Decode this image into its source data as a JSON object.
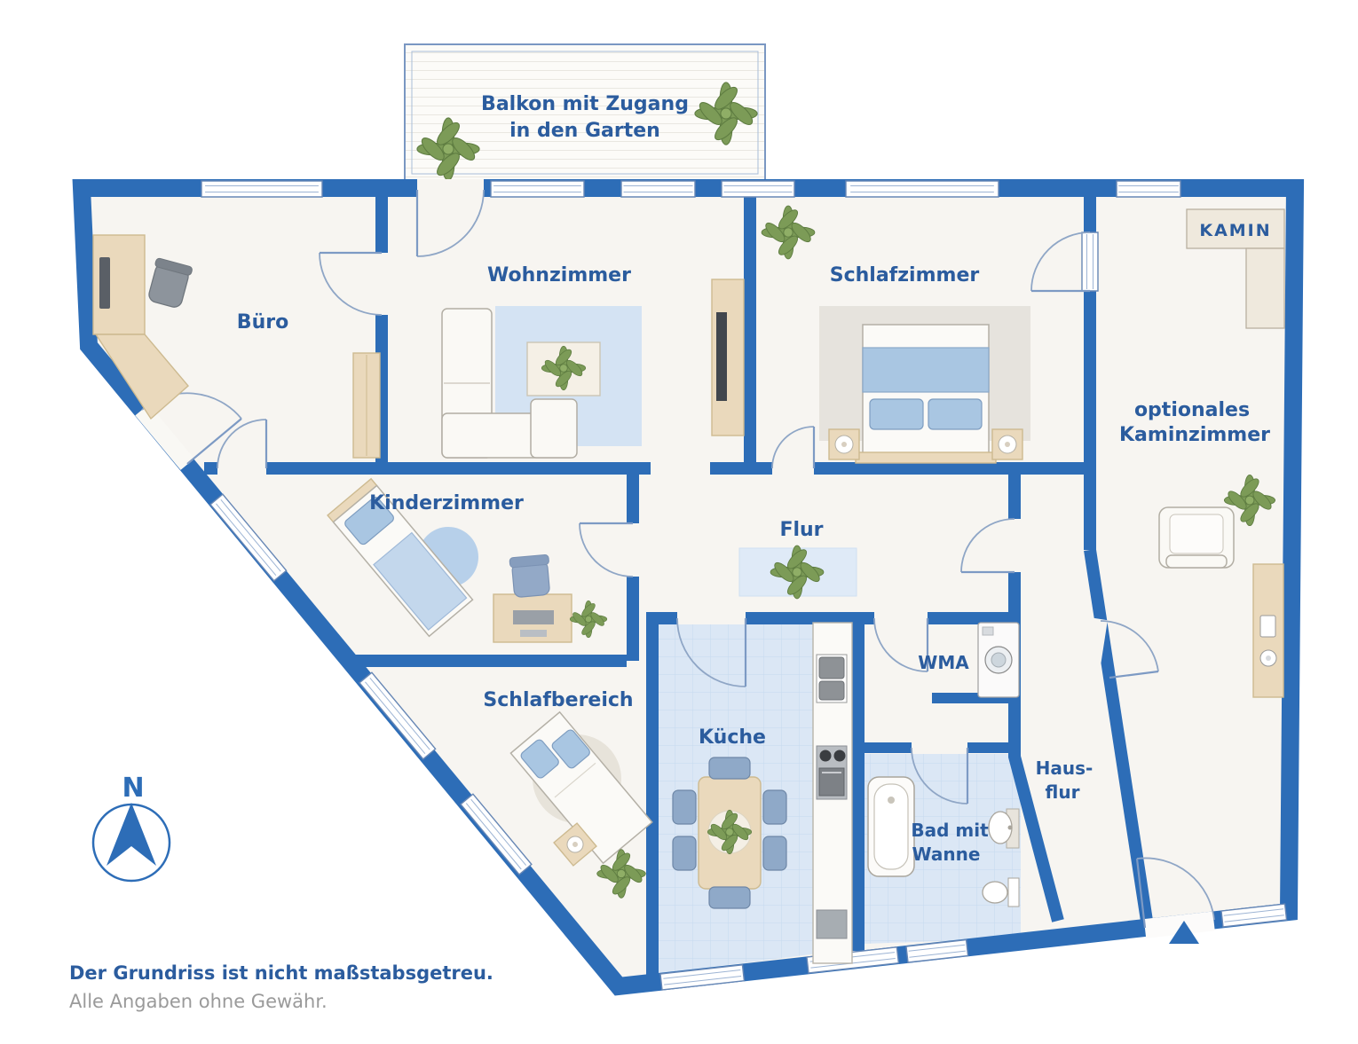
{
  "labels": {
    "balcony_1": "Balkon mit Zugang",
    "balcony_2": "in den Garten",
    "buero": "Büro",
    "wohnzimmer": "Wohnzimmer",
    "schlafzimmer": "Schlafzimmer",
    "kamin": "KAMIN",
    "kaminzimmer_1": "optionales",
    "kaminzimmer_2": "Kaminzimmer",
    "kinderzimmer": "Kinderzimmer",
    "flur": "Flur",
    "wma": "WMA",
    "schlafbereich": "Schlafbereich",
    "kueche": "Küche",
    "bad_1": "Bad mit",
    "bad_2": "Wanne",
    "hausflur_1": "Haus-",
    "hausflur_2": "flur",
    "compass_north": "N",
    "footer_1": "Der Grundriss ist nicht maßstabsgetreu.",
    "footer_2": "Alle Angaben ohne Gewähr."
  },
  "colors": {
    "wall_blue": "#2d6db7",
    "label_blue": "#2b5c9e",
    "footer_gray": "#9a9a9a",
    "floor": "#f7f5f1",
    "tile_blue": "#dbe7f5",
    "rug_blue": "#d4e3f3",
    "wood_tan": "#ead9bc",
    "textile_blue": "#a9c6e2",
    "plant_green": "#7c9b57"
  },
  "icons": {
    "compass": "north-arrow in circle",
    "entrance_marker": "solid triangle pointing up",
    "plant": "green leaf rosette",
    "window": "white bar with double lines",
    "door": "quarter-circle swing arc"
  }
}
